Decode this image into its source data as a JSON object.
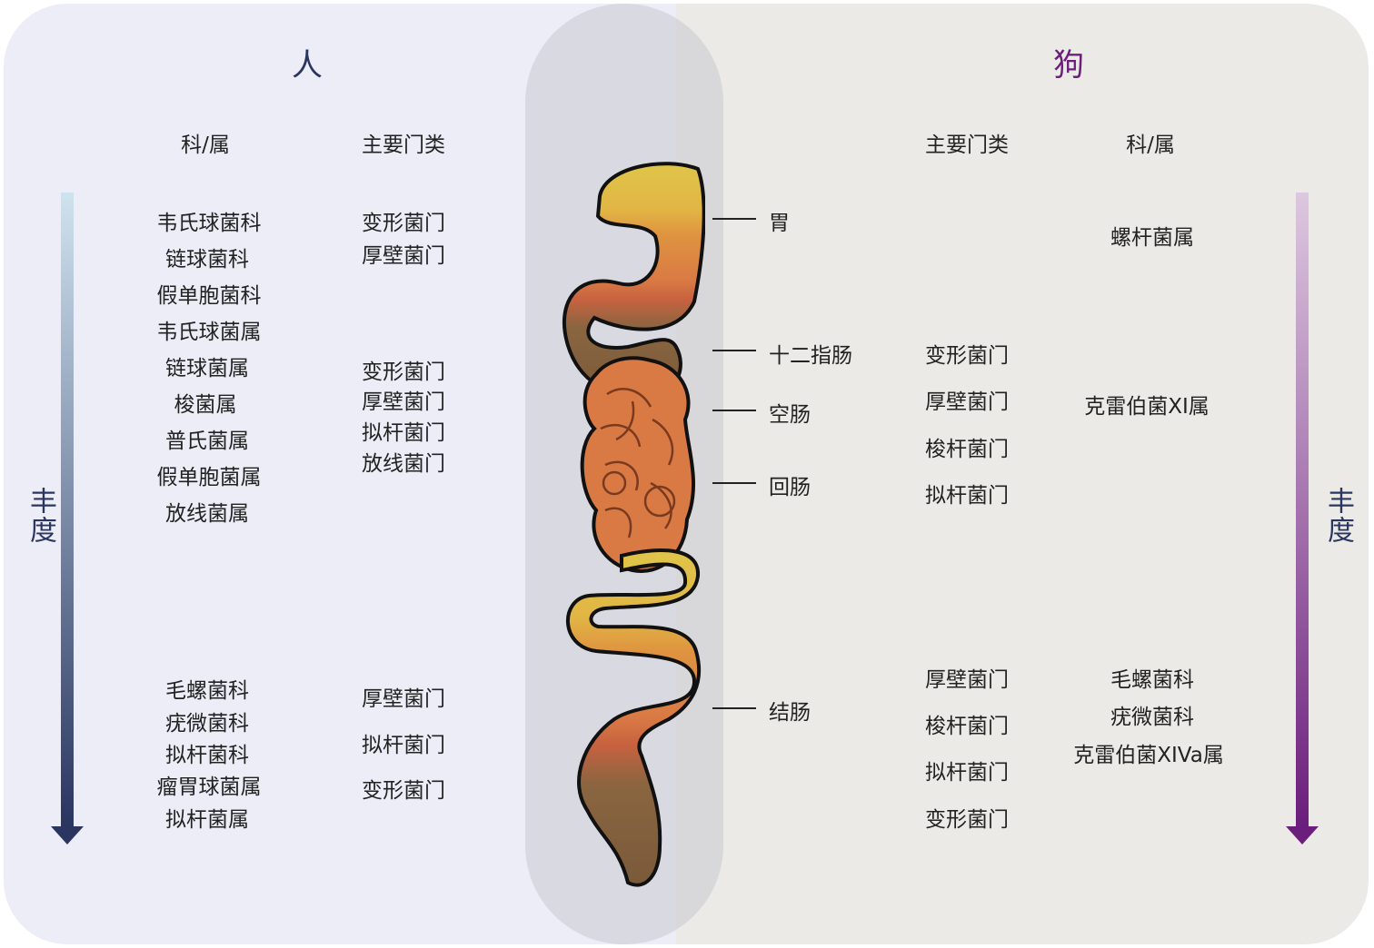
{
  "titles": {
    "human": "人",
    "dog": "狗"
  },
  "human": {
    "headers": {
      "family_genus": "科/属",
      "phylum": "主要门类"
    },
    "abundance_label": "丰度",
    "upper_families": [
      "韦氏球菌科",
      "链球菌科",
      "假单胞菌科",
      "韦氏球菌属",
      "链球菌属",
      "梭菌属",
      "普氏菌属",
      "假单胞菌属",
      "放线菌属"
    ],
    "upper_phyla_stomach": [
      "变形菌门",
      "厚壁菌门"
    ],
    "upper_phyla_intestine": [
      "变形菌门",
      "厚壁菌门",
      "拟杆菌门",
      "放线菌门"
    ],
    "lower_families": [
      "毛螺菌科",
      "疣微菌科",
      "拟杆菌科",
      "瘤胃球菌属",
      "拟杆菌属"
    ],
    "lower_phyla": [
      "厚壁菌门",
      "拟杆菌门",
      "变形菌门"
    ]
  },
  "dog": {
    "headers": {
      "phylum": "主要门类",
      "family_genus": "科/属"
    },
    "abundance_label": "丰度",
    "stomach_genus": "螺杆菌属",
    "small_intestine_phyla": [
      "变形菌门",
      "厚壁菌门",
      "梭杆菌门",
      "拟杆菌门"
    ],
    "small_intestine_genus": "克雷伯菌XI属",
    "colon_phyla": [
      "厚壁菌门",
      "梭杆菌门",
      "拟杆菌门",
      "变形菌门"
    ],
    "colon_families": [
      "毛螺菌科",
      "疣微菌科",
      "克雷伯菌XIVa属"
    ]
  },
  "organs": [
    "胃",
    "十二指肠",
    "空肠",
    "回肠",
    "结肠"
  ],
  "colors": {
    "human_accent": "#2a3560",
    "dog_accent": "#6b1e7c",
    "stomach": "#e0c54a",
    "small_intestine": "#de8a45",
    "colon": "#8a6540"
  }
}
